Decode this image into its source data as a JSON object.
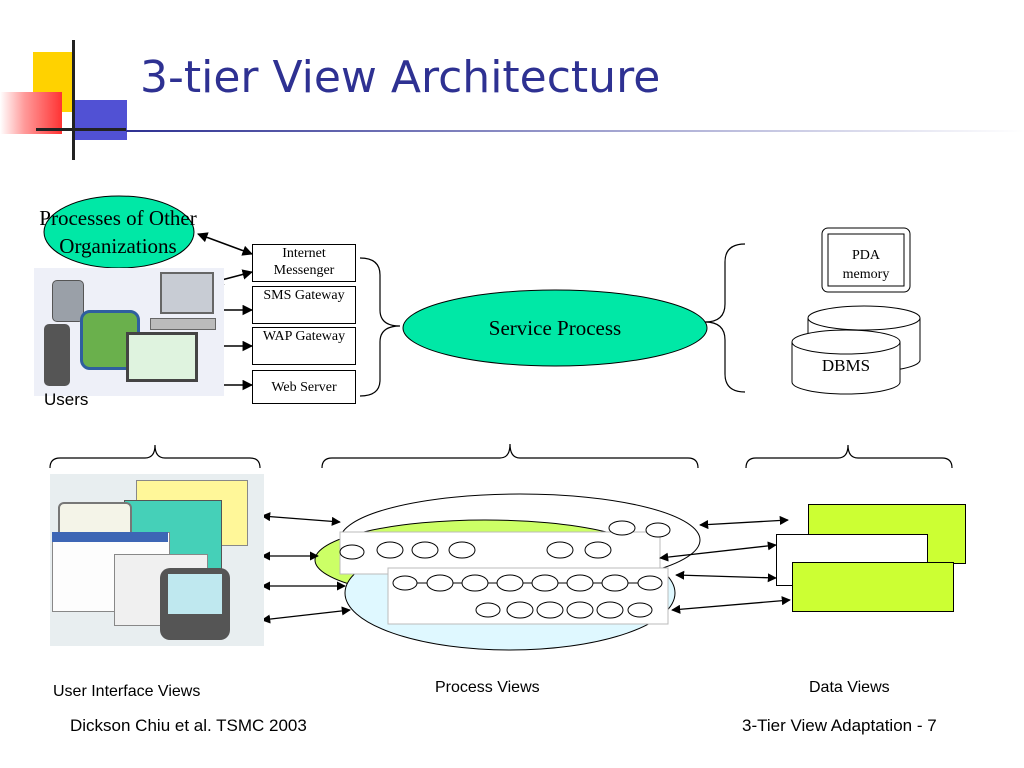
{
  "slide": {
    "title": "3-tier View Architecture",
    "footer_left": "Dickson Chiu et al. TSMC 2003",
    "footer_right": "3-Tier View Adaptation - 7"
  },
  "diagram": {
    "other_orgs_label": "Processes of Other Organizations",
    "channels": [
      "Internet Messenger",
      "SMS Gateway",
      "WAP Gateway",
      "Web Server"
    ],
    "users_label": "Users",
    "service_process_label": "Service Process",
    "pda_memory_label": "PDA memory",
    "dbms_label": "DBMS",
    "captions": {
      "user_interface_views": "User Interface Views",
      "process_views": "Process Views",
      "data_views": "Data Views"
    }
  },
  "colors": {
    "title": "#2e3192",
    "ellipse_fill": "#00e8a6",
    "lightgreen": "#ccff66",
    "lightcyan": "#dff8ff",
    "table_fill": "#ccff33",
    "deco_yellow": "#ffd200",
    "deco_red": "#ff3333",
    "deco_blue": "#3333cc"
  }
}
